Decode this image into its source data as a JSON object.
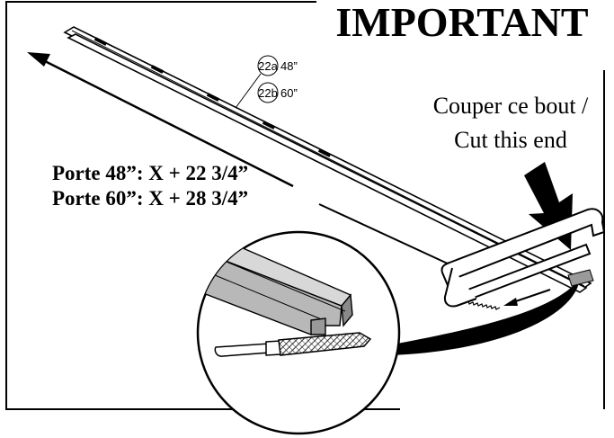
{
  "header": {
    "title": "IMPORTANT"
  },
  "parts": [
    {
      "code": "22a",
      "size": "48”"
    },
    {
      "code": "22b",
      "size": "60”"
    }
  ],
  "cut_note": {
    "line1": "Couper ce bout /",
    "line2": "Cut this end"
  },
  "measurements": [
    "Porte 48”: X + 22 3/4”",
    "Porte 60”: X + 28 3/4”"
  ],
  "colors": {
    "ink": "#000000",
    "rail": "#b8b8b8",
    "rail_dark": "#8a8a8a",
    "paper": "#ffffff"
  },
  "icons": [
    "direction-arrow-icon",
    "cut-arrow-icon",
    "hacksaw-icon",
    "file-tool-icon"
  ]
}
